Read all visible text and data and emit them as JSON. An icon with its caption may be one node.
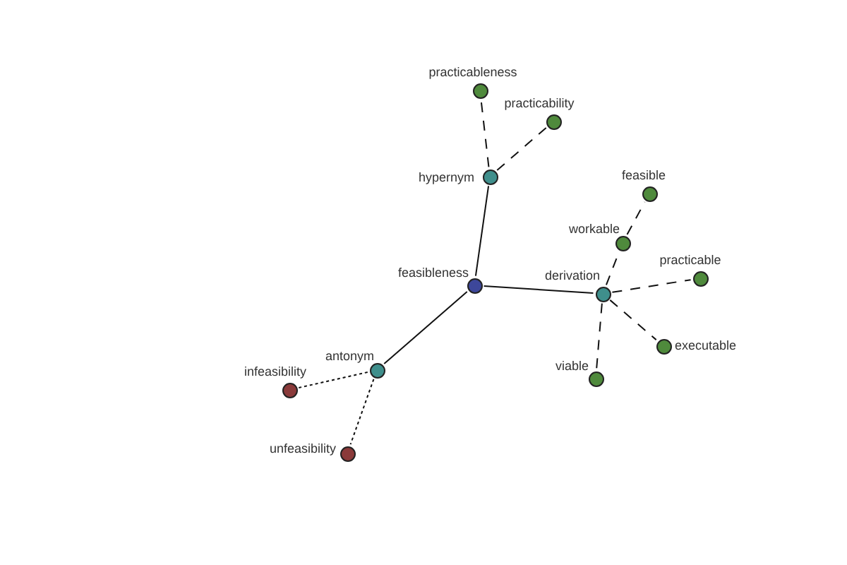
{
  "diagram": {
    "nodes": [
      {
        "text": [
          "practicableness"
        ]
      },
      {
        "text": [
          "practicability"
        ]
      },
      {
        "text": [
          "hypernym"
        ]
      },
      {
        "text": [
          "feasible"
        ]
      },
      {
        "text": [
          "workable"
        ]
      },
      {
        "text": [
          "practicable"
        ]
      },
      {
        "text": [
          "feasibleness"
        ]
      },
      {
        "text": [
          "derivation"
        ]
      },
      {
        "text": [
          "executable"
        ]
      },
      {
        "text": [
          "antonym"
        ]
      },
      {
        "text": [
          "viable"
        ]
      },
      {
        "text": [
          "infeasibility"
        ]
      },
      {
        "text": [
          "unfeasibility"
        ]
      }
    ],
    "edges": [
      {
        "from": 6,
        "to": 2,
        "arrow": "none"
      },
      {
        "from": 6,
        "to": 7,
        "arrow": "none"
      },
      {
        "from": 6,
        "to": 9,
        "arrow": "none"
      },
      {
        "from": 2,
        "to": 0,
        "arrow": "none",
        "style": "dashed"
      },
      {
        "from": 2,
        "to": 1,
        "arrow": "none",
        "style": "dashed"
      },
      {
        "from": 7,
        "to": 4,
        "arrow": "none",
        "style": "dashed"
      },
      {
        "from": 4,
        "to": 3,
        "arrow": "none",
        "style": "dashed"
      },
      {
        "from": 7,
        "to": 5,
        "arrow": "none",
        "style": "dashed"
      },
      {
        "from": 7,
        "to": 8,
        "arrow": "none",
        "style": "dashed"
      },
      {
        "from": 7,
        "to": 10,
        "arrow": "none",
        "style": "dashed"
      },
      {
        "from": 9,
        "to": 11,
        "arrow": "none",
        "style": "dashed"
      },
      {
        "from": 9,
        "to": 12,
        "arrow": "none",
        "style": "dashed"
      }
    ]
  }
}
